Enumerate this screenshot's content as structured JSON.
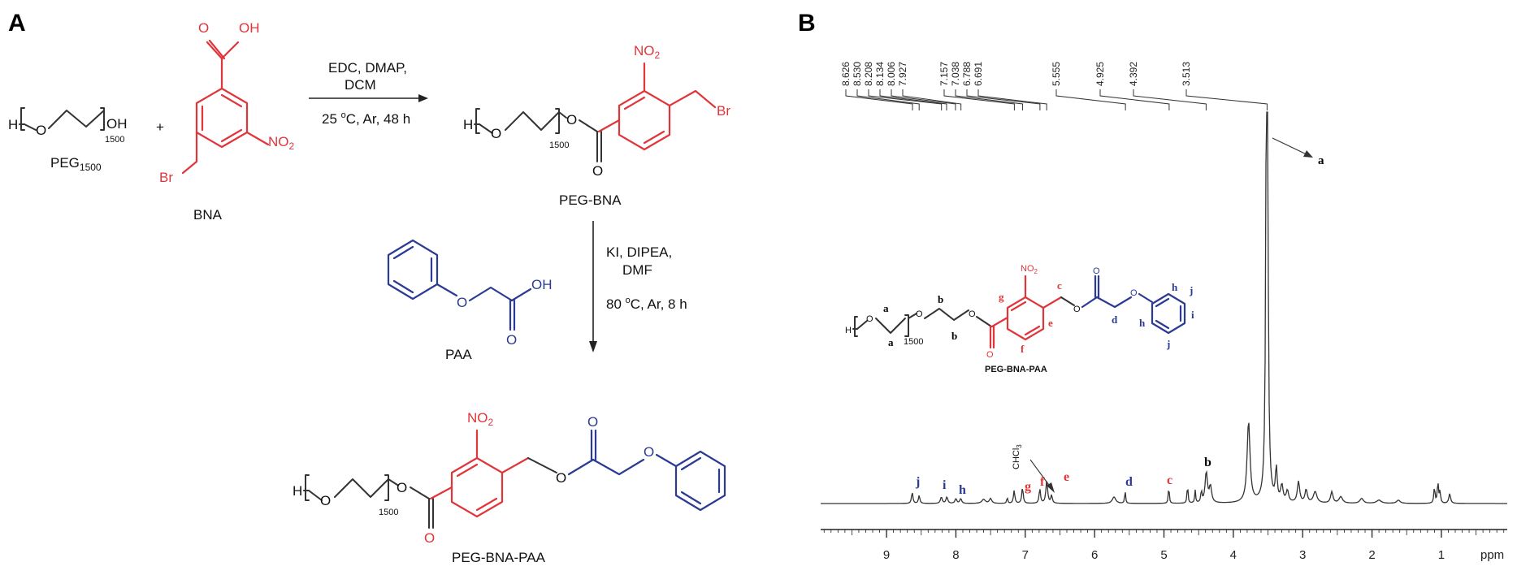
{
  "panels": {
    "a": "A",
    "b": "B"
  },
  "scheme": {
    "peg1500": {
      "H": "H",
      "O": "O",
      "OH": "OH",
      "n": "1500",
      "name": "PEG",
      "name_sub": "1500"
    },
    "plus": "+",
    "bna": {
      "acid": "OH",
      "acid_O": "O",
      "nitro": "NO",
      "nitro_sub": "2",
      "br": "Br",
      "name": "BNA"
    },
    "step1": {
      "line1": "EDC, DMAP,",
      "line2": "DCM",
      "line3_a": "25 ",
      "line3_sup": "o",
      "line3_b": "C, Ar, 48 h"
    },
    "peg_bna": {
      "H": "H",
      "O": "O",
      "Oester": "O",
      "n": "1500",
      "carbonyl": "O",
      "nitro": "NO",
      "nitro_sub": "2",
      "br": "Br",
      "name": "PEG-BNA"
    },
    "paa": {
      "O": "O",
      "OH": "OH",
      "carbonyl": "O",
      "name": "PAA"
    },
    "step2": {
      "line1": "KI, DIPEA,",
      "line2": "DMF",
      "line3_a": "80 ",
      "line3_sup": "o",
      "line3_b": "C, Ar, 8 h"
    },
    "product": {
      "H": "H",
      "O": "O",
      "Oester": "O",
      "n": "1500",
      "carbonyl": "O",
      "nitro": "NO",
      "nitro_sub": "2",
      "Oe2": "O",
      "carb2": "O",
      "Oph": "O",
      "name": "PEG-BNA-PAA"
    }
  },
  "nmr": {
    "inset": {
      "H": "H",
      "O1": "O",
      "O2": "O",
      "O3": "O",
      "O4": "O",
      "O5": "O",
      "O6": "O",
      "O7": "O",
      "n": "1500",
      "nitro": "NO",
      "nitro_sub": "2",
      "name": "PEG-BNA-PAA",
      "labels": {
        "a1": "a",
        "a2": "a",
        "b1": "b",
        "b2": "b",
        "c": "c",
        "d": "d",
        "e": "e",
        "f": "f",
        "g": "g",
        "h1": "h",
        "h2": "h",
        "i": "i",
        "j1": "j",
        "j2": "j"
      }
    },
    "solvent": "CHCl",
    "solvent_sub": "3",
    "peak_assignments": [
      "j",
      "i",
      "h",
      "g",
      "f",
      "e",
      "d",
      "c",
      "b",
      "a"
    ],
    "peak_shifts": [
      "8.626",
      "8.530",
      "8.208",
      "8.134",
      "8.006",
      "7.927",
      "7.157",
      "7.038",
      "6.788",
      "6.691",
      "5.555",
      "4.925",
      "4.392",
      "3.513"
    ],
    "axis": {
      "ticks": [
        "9",
        "8",
        "7",
        "6",
        "5",
        "4",
        "3",
        "2",
        "1"
      ],
      "unit": "ppm",
      "xlim": [
        9.95,
        0.05
      ]
    },
    "colors": {
      "bna": "#e0353a",
      "paa": "#2b3a93",
      "peg": "#333333"
    }
  }
}
